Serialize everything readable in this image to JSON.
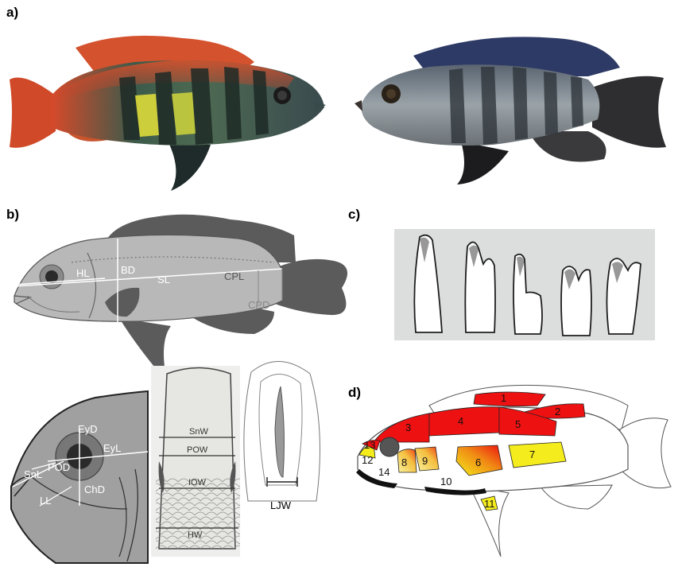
{
  "panels": {
    "a": "a)",
    "b": "b)",
    "c": "c)",
    "d": "d)"
  },
  "panel_b_body": {
    "labels": {
      "hl": "HL",
      "bd": "BD",
      "sl": "SL",
      "cpl": "CPL",
      "cpd": "CPD"
    }
  },
  "panel_b_head": {
    "labels": {
      "eyd": "EyD",
      "eyl": "EyL",
      "pod": "POD",
      "snl": "SnL",
      "chd": "ChD",
      "ll": "LL"
    }
  },
  "panel_b_dorsal": {
    "labels": {
      "snw": "SnW",
      "pow": "POW",
      "iow": "IOW",
      "hw": "HW"
    }
  },
  "panel_b_jaw": {
    "labels": {
      "ljw": "LJW"
    }
  },
  "panel_d": {
    "regions": [
      "1",
      "2",
      "3",
      "4",
      "5",
      "6",
      "7",
      "8",
      "9",
      "10",
      "11",
      "12",
      "13",
      "14"
    ]
  },
  "colors": {
    "red": "#ee1111",
    "yellow": "#f4ec1c",
    "body_grey": "#b8b8b8",
    "fin_grey": "#5b5b5b"
  }
}
